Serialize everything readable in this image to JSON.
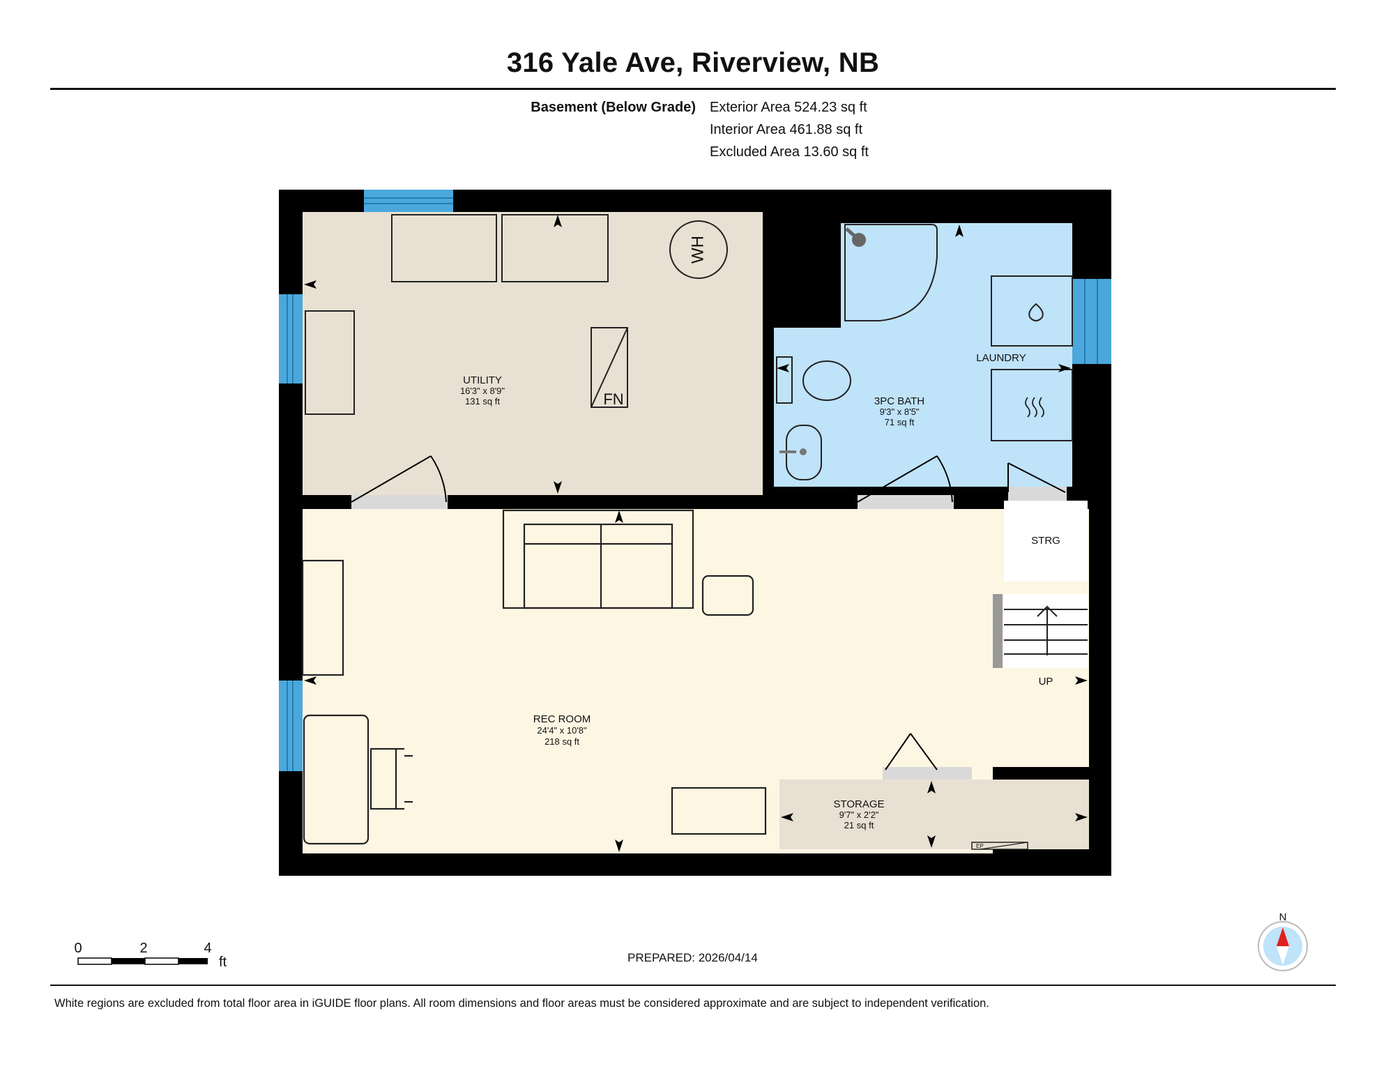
{
  "title": "316 Yale Ave, Riverview, NB",
  "level": {
    "name": "Basement (Below Grade)",
    "exterior_area": "Exterior Area 524.23 sq ft",
    "interior_area": "Interior Area 461.88 sq ft",
    "excluded_area": "Excluded Area 13.60 sq ft"
  },
  "rooms": {
    "utility": {
      "name": "UTILITY",
      "dims": "16'3\" x 8'9\"",
      "area": "131 sq ft"
    },
    "bath": {
      "name": "3PC BATH",
      "dims": "9'3\" x 8'5\"",
      "area": "71 sq ft"
    },
    "laundry": {
      "name": "LAUNDRY"
    },
    "strg": {
      "name": "STRG"
    },
    "rec": {
      "name": "REC ROOM",
      "dims": "24'4\" x 10'8\"",
      "area": "218 sq ft"
    },
    "storage": {
      "name": "STORAGE",
      "dims": "9'7\" x 2'2\"",
      "area": "21 sq ft"
    },
    "up": {
      "label": "UP"
    }
  },
  "fixtures": {
    "water_heater": "WH",
    "furnace": "FN",
    "electrical_panel": "EP"
  },
  "scale": {
    "tick0": "0",
    "tick1": "2",
    "tick2": "4",
    "unit": "ft"
  },
  "compass": {
    "label": "N"
  },
  "prepared": "PREPARED: 2026/04/14",
  "footer": "White regions are excluded from total floor area in iGUIDE floor plans. All room dimensions and floor areas must be considered approximate and are subject to independent verification.",
  "colors": {
    "wall": "#000000",
    "utility_floor": "#e8e0d2",
    "bath_floor": "#bfe3f9",
    "rec_floor": "#fdf6e3",
    "storage_floor": "#e8e0d2",
    "window": "#4aa8dc",
    "door_threshold": "#d9d9d9",
    "compass_needle": "#e02020"
  }
}
